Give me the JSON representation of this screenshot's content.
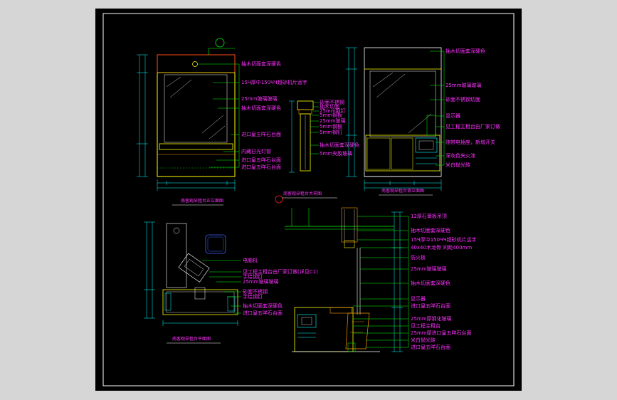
{
  "colors": {
    "outer_bg": "#d6d6d6",
    "canvas_bg": "#000000",
    "frame": "#ffffff",
    "yellow": "#ffff00",
    "magenta": "#ff30ff",
    "cyan": "#00ffff",
    "green": "#00ff00",
    "white": "#ffffff",
    "red": "#ff2020",
    "orange": "#ff9900",
    "blue": "#4060ff"
  },
  "views": {
    "front_elevation": {
      "title": "南客观朵租台正立面图",
      "notes": [
        "抽木切面套深硬色",
        "15Ч厚中150ЧЧ超砂机片运字",
        "25mm玻璃玻璃",
        "抽木切面套深硬色",
        "进口皇五咩石台面",
        "内藏日光灯管",
        "进口皇五咩石台面",
        "进口皇五咩石台面"
      ]
    },
    "section_detail": {
      "notes": [
        "砂面不锈钢",
        "抽木切面",
        "25mm钢钉",
        "5mm钢板",
        "25mm玻璃",
        "5mm钢板",
        "5mm钢钉",
        "抽木切面套深硬色",
        "5mm夹胶玻璃"
      ]
    },
    "side_elevation": {
      "title": "南客观朵租台背立面图",
      "notes": [
        "抽木切面套深硬色",
        "25mm玻璃玻璃",
        "砂面不锈钢切面",
        "显示器",
        "见工程主租台由厂家订做",
        "随带电插座，新增开关",
        "深灰色夹火漆",
        "米白抛光砖"
      ]
    },
    "big_sample": {
      "title": "南客观朵租台大样图"
    },
    "plan": {
      "title": "南客观朵租台平面图",
      "notes": [
        "电脑机",
        "见工程主租台由厂家订做(详见C1)",
        "手绘钢钉",
        "25mm玻璃玻璃",
        "砂面不锈钢",
        "手绘钢钉",
        "抽木切面套深硬色",
        "进口皇五咩石台面"
      ]
    },
    "detail_section": {
      "notes": [
        "12厚石膏板吊顶",
        "抽木切面套深硬色",
        "15Ч厚中150ЧЧ超砂机片运字",
        "40x40木龙骨 间距400mm",
        "防火板",
        "25mm玻璃玻璃",
        "抽木切面套深硬色",
        "显示器",
        "进口皇五咩石台面",
        "25mm厚钢化玻璃",
        "见工程主租台",
        "25mm厚进口皇五咩石台面",
        "米白抛光砖",
        "进口皇五咩石台面"
      ]
    }
  }
}
